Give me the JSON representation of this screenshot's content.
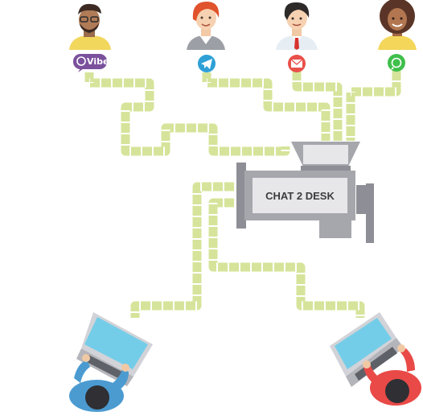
{
  "machine": {
    "label": "CHAT 2 DESK"
  },
  "channels": [
    {
      "id": "viber",
      "badge_text": "Viber",
      "icon": "viber-icon",
      "color": "#7b519d"
    },
    {
      "id": "telegram",
      "badge_text": "",
      "icon": "telegram-icon",
      "color": "#2ea0d6"
    },
    {
      "id": "email",
      "badge_text": "",
      "icon": "envelope-icon",
      "color": "#e9504a"
    },
    {
      "id": "whatsapp",
      "badge_text": "",
      "icon": "whatsapp-icon",
      "color": "#3fbf4b"
    }
  ],
  "colors": {
    "pipe": "#d5e49a",
    "pipe_joint": "#ffffff",
    "machine_body": "#a6a6ad",
    "machine_dark": "#8e8e96",
    "machine_light": "#e7e7ea",
    "operator_left_shirt": "#4b9bd1",
    "operator_right_shirt": "#e94a47"
  }
}
